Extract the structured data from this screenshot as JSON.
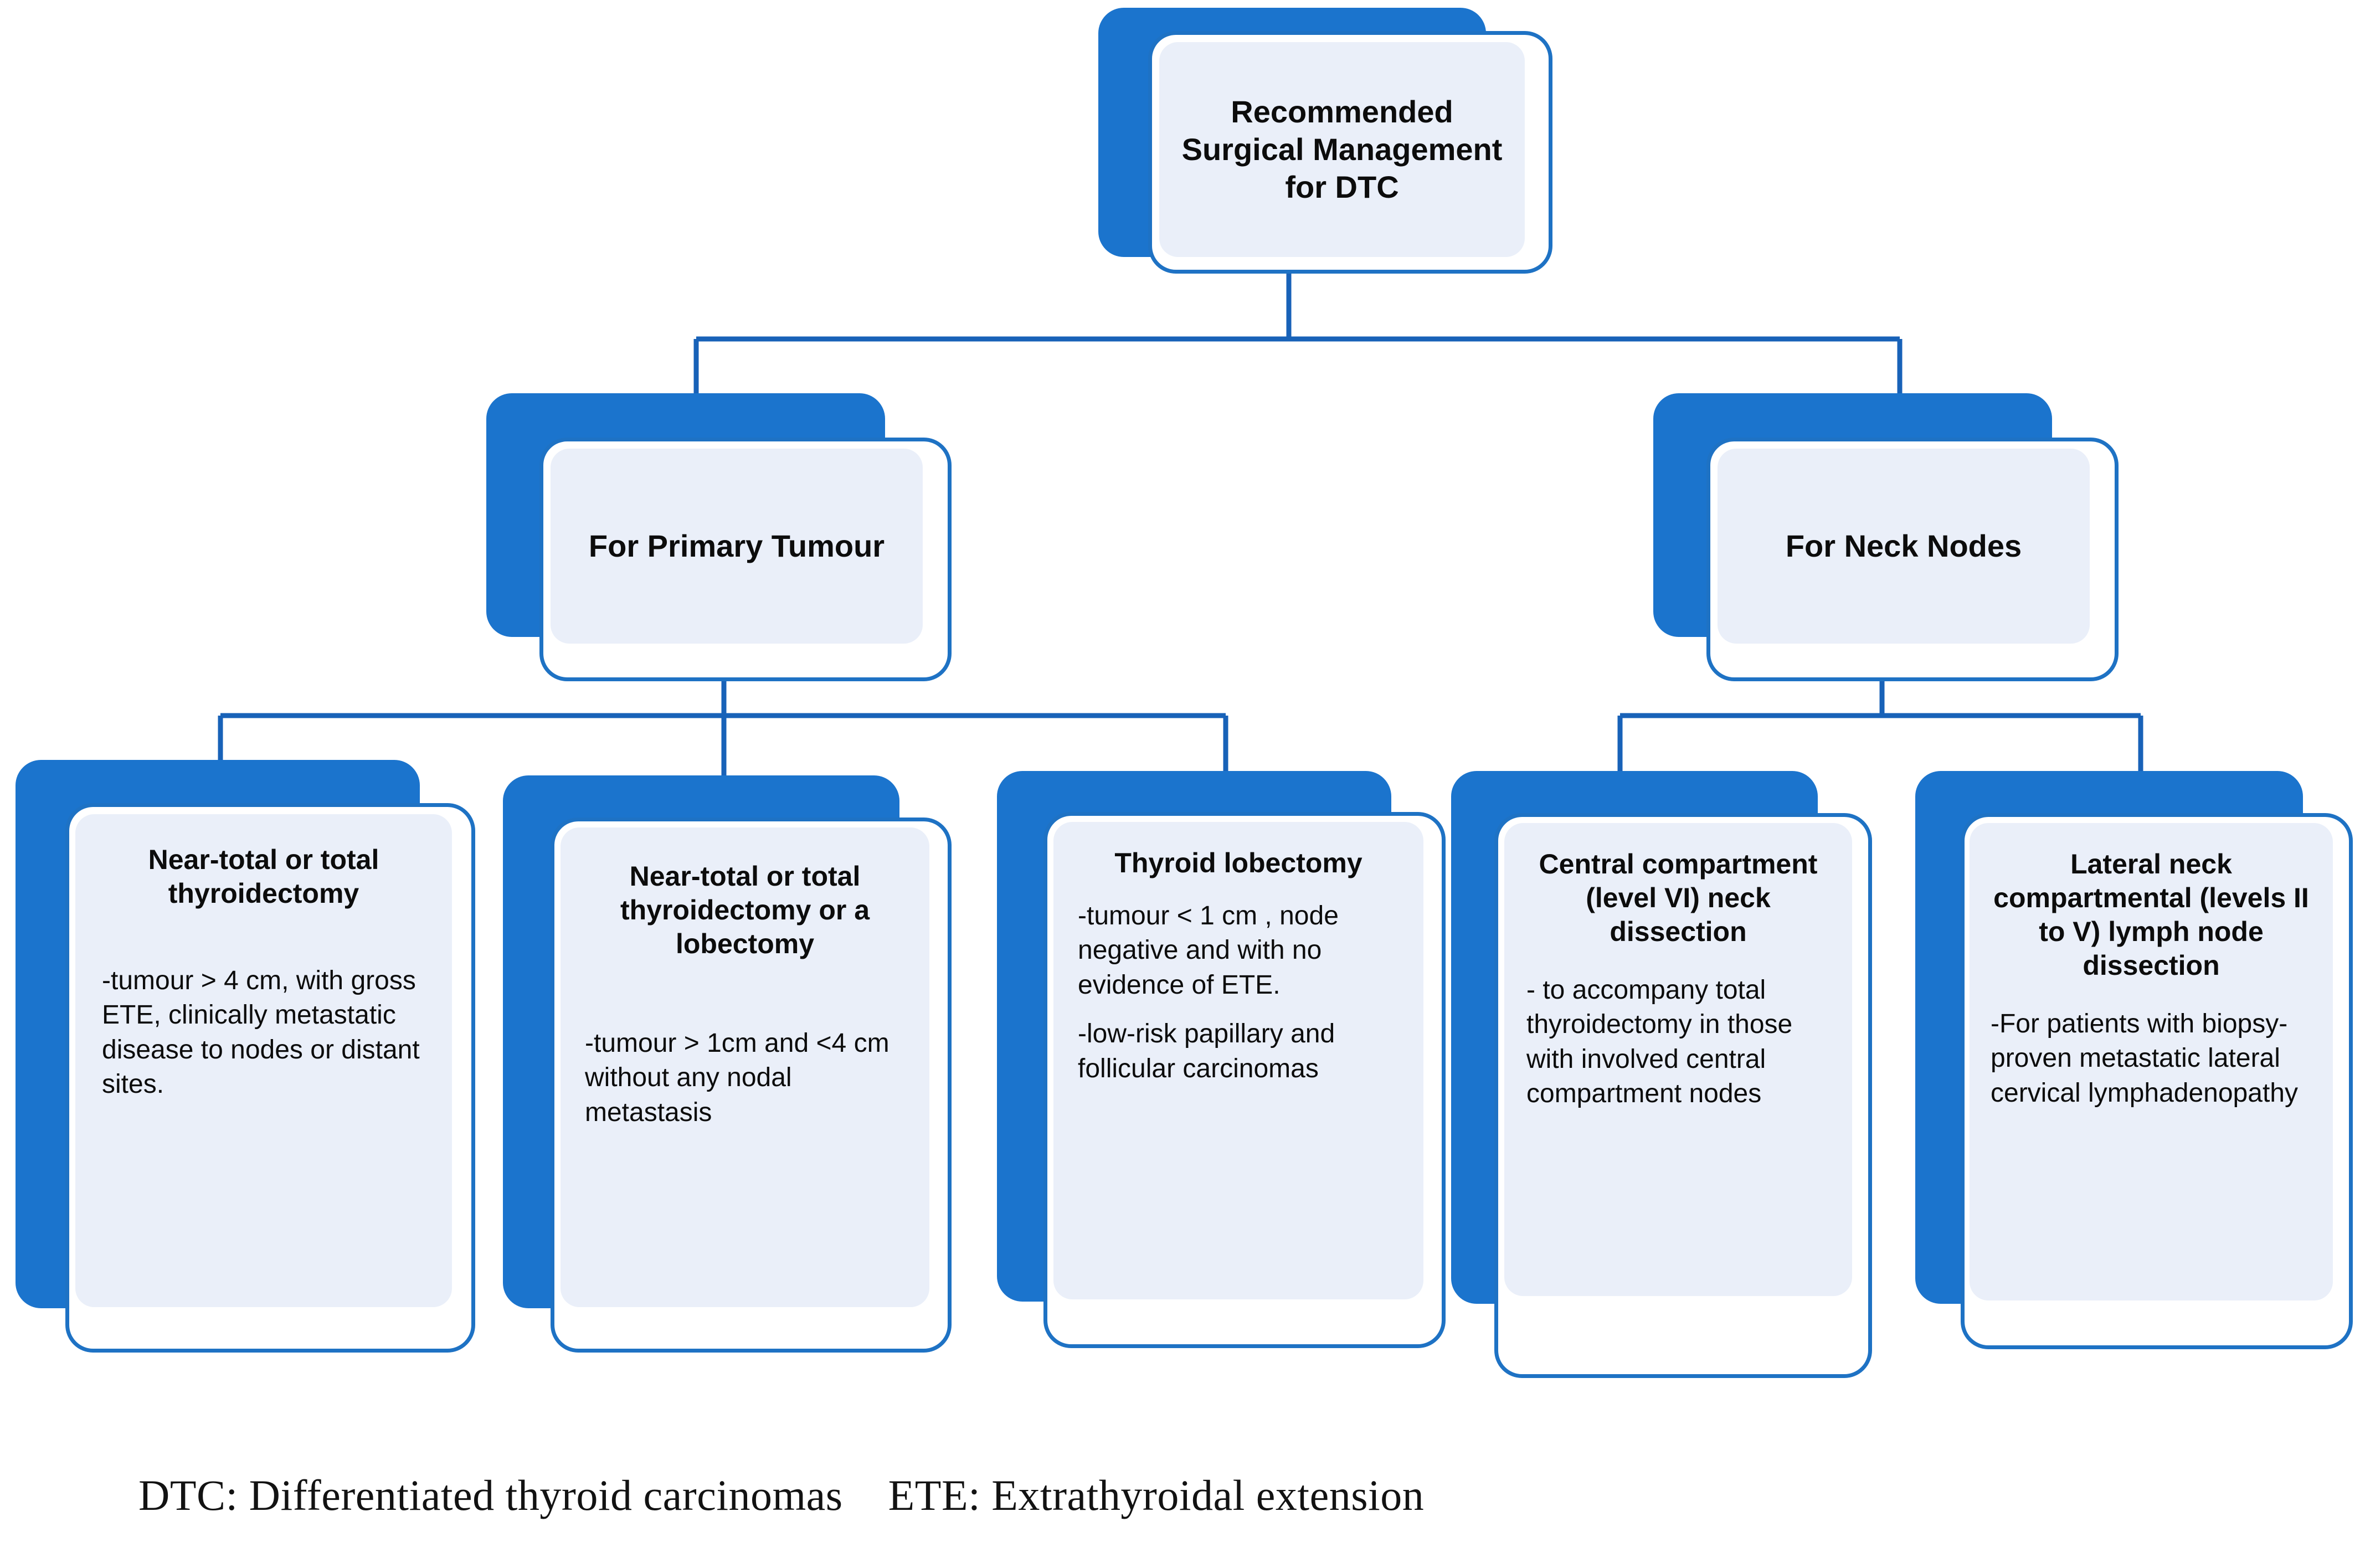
{
  "diagram": {
    "title": "Recommended Surgical Management for DTC",
    "theme": {
      "shadow_blue": "#1b74cd",
      "outline_blue": "#1e72c4",
      "panel_fill": "#eaeff9",
      "connector_blue": "#1862b8",
      "text_color": "#0c0c0c",
      "background": "#ffffff"
    },
    "root": {
      "label": "Recommended Surgical Management for DTC"
    },
    "branches": [
      {
        "label": "For Primary Tumour"
      },
      {
        "label": "For Neck Nodes"
      }
    ],
    "leaves": [
      {
        "title": "Near-total or total thyroidectomy",
        "details": [
          "-tumour > 4 cm, with gross ETE, clinically metastatic disease to nodes or distant sites."
        ]
      },
      {
        "title": "Near-total or total thyroidectomy or a lobectomy",
        "details": [
          "-tumour > 1cm and <4 cm without any nodal metastasis"
        ]
      },
      {
        "title": "Thyroid lobectomy",
        "details": [
          "-tumour < 1 cm , node negative and with no evidence of ETE.",
          "-low-risk papillary and follicular carcinomas"
        ]
      },
      {
        "title": "Central compartment (level VI) neck dissection",
        "details": [
          "- to accompany total thyroidectomy in those with involved central compartment nodes"
        ]
      },
      {
        "title": "Lateral neck compartmental (levels II to V) lymph node dissection",
        "details": [
          "-For patients with biopsy-proven metastatic lateral cervical lymphadenopathy"
        ]
      }
    ],
    "legend": {
      "dtc": "DTC: Differentiated thyroid carcinomas",
      "ete": "ETE: Extrathyroidal extension"
    }
  }
}
